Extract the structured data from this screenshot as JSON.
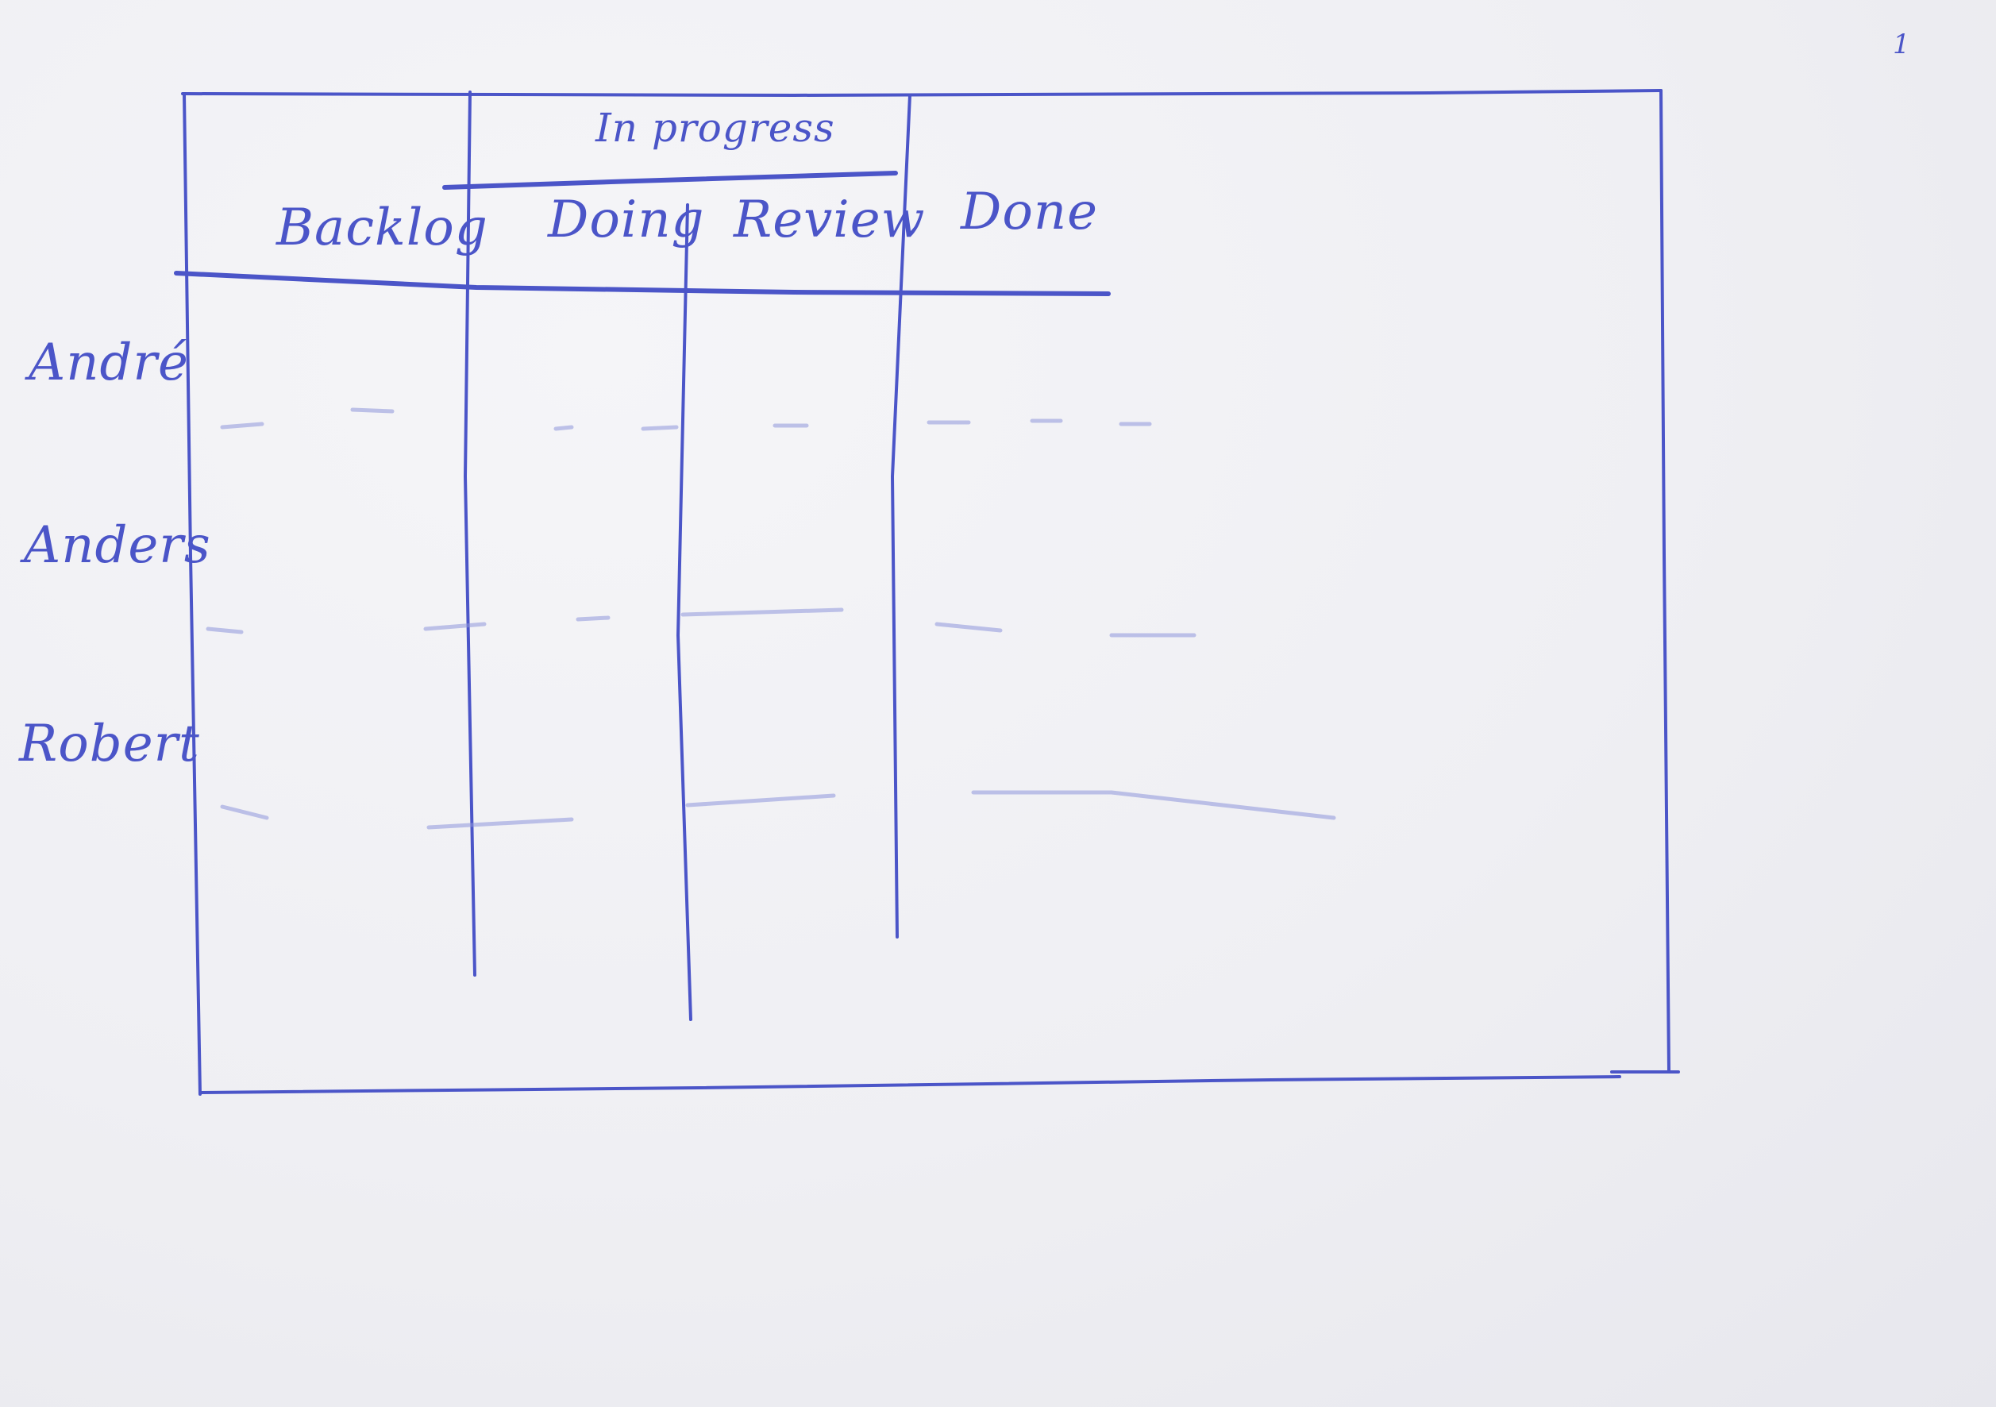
{
  "page_number": "1",
  "board": {
    "group_header": "In progress",
    "columns": [
      {
        "label": "Backlog"
      },
      {
        "label": "Doing"
      },
      {
        "label": "Review"
      },
      {
        "label": "Done"
      }
    ],
    "rows": [
      {
        "label": "André"
      },
      {
        "label": "Anders"
      },
      {
        "label": "Robert"
      }
    ]
  },
  "colors": {
    "ink": "#4b55c8",
    "paper": "#efeff3"
  }
}
